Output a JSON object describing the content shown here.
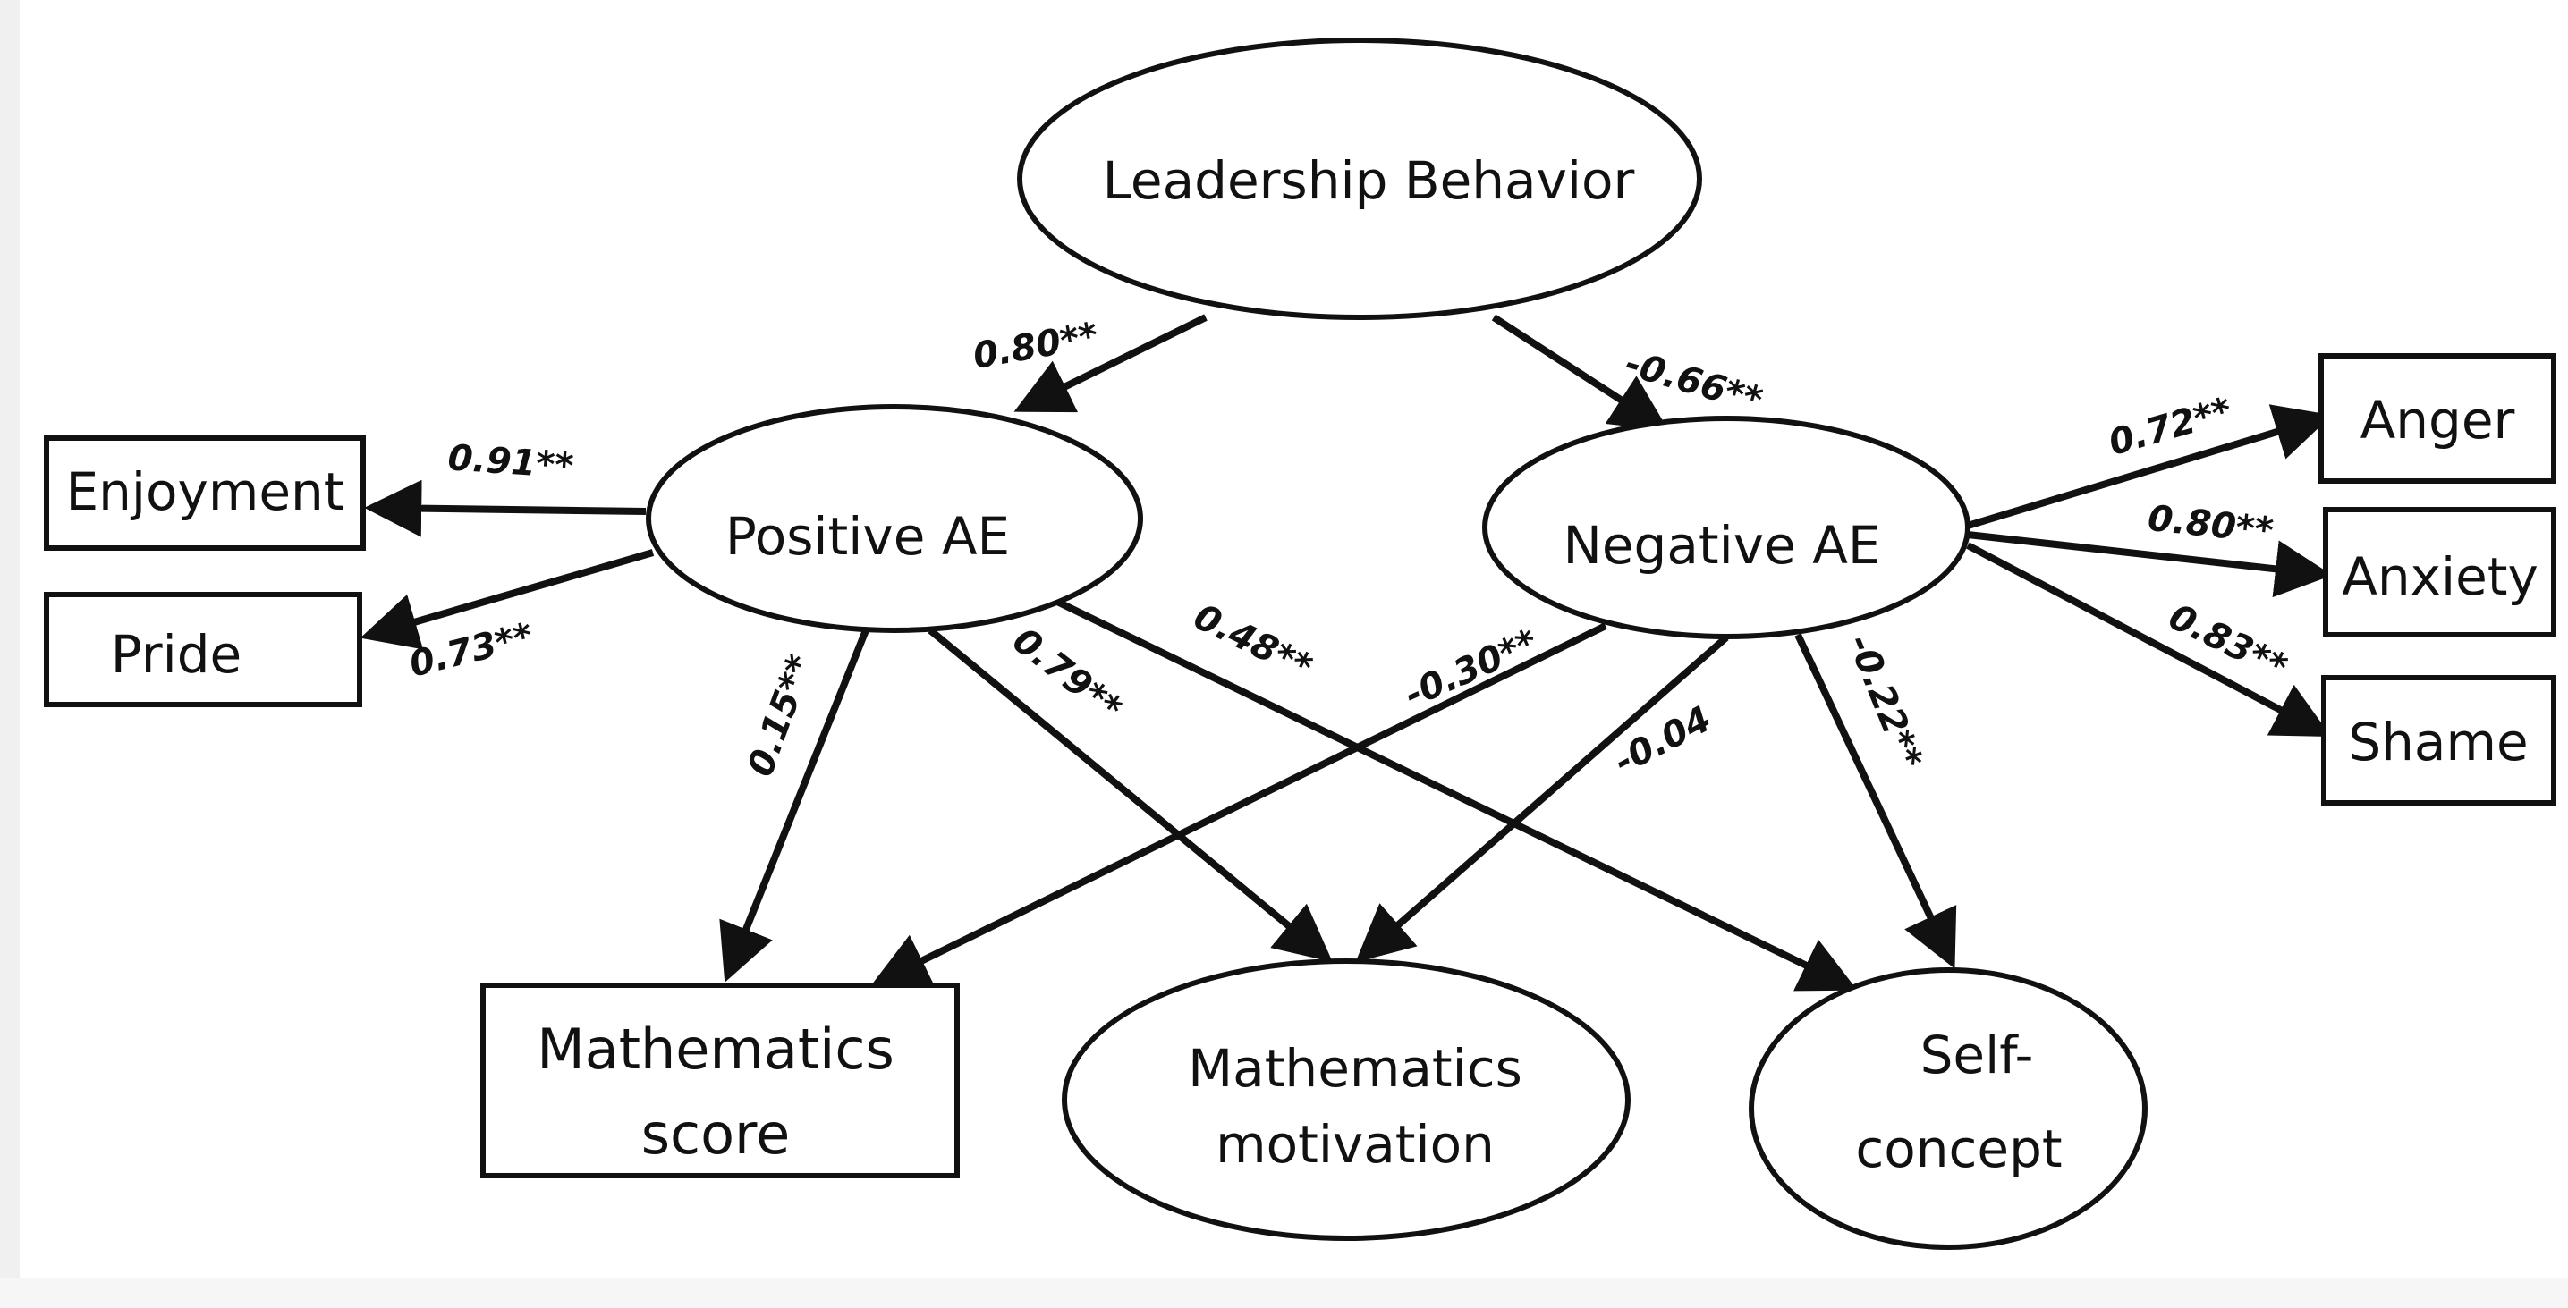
{
  "nodes": {
    "leadership": "Leadership Behavior",
    "positive_ae": "Positive AE",
    "negative_ae": "Negative AE",
    "enjoyment": "Enjoyment",
    "pride": "Pride",
    "anger": "Anger",
    "anxiety": "Anxiety",
    "shame": "Shame",
    "math_score": [
      "Mathematics",
      "score"
    ],
    "math_motivation": [
      "Mathematics",
      "motivation"
    ],
    "self_concept": [
      "Self-",
      "concept"
    ]
  },
  "paths": {
    "leadership_to_positive": "0.80**",
    "leadership_to_negative": "-0.66**",
    "positive_to_enjoyment": "0.91**",
    "positive_to_pride": "0.73**",
    "negative_to_anger": "0.72**",
    "negative_to_anxiety": "0.80**",
    "negative_to_shame": "0.83**",
    "positive_to_score": "0.15**",
    "positive_to_motivation": "0.79**",
    "positive_to_selfconcept": "0.48**",
    "negative_to_score": "-0.30**",
    "negative_to_motivation": "-0.04",
    "negative_to_selfconcept": "-0.22**"
  },
  "colors": {
    "ink": "#111111",
    "background": "#ffffff"
  }
}
